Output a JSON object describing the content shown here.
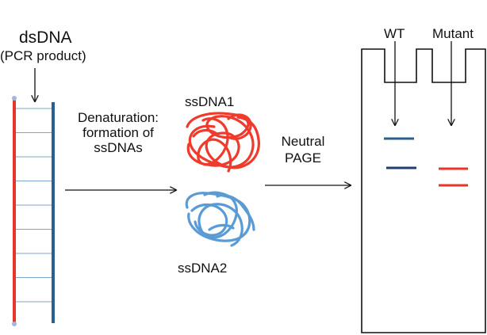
{
  "labels": {
    "dsdna": "dsDNA",
    "pcr_product": "(PCR product)",
    "denaturation": [
      "Denaturation:",
      "formation of",
      "ssDNAs"
    ],
    "ssdna1": "ssDNA1",
    "ssdna2": "ssDNA2",
    "neutral_page": [
      "Neutral",
      "PAGE"
    ],
    "wt": "WT",
    "mutant": "Mutant"
  },
  "colors": {
    "strand_red": "#e8342a",
    "strand_blue": "#2b5f8f",
    "rung": "#7fa6c9",
    "end_dot": "#9fb8e0",
    "ssdna1": "#f03a2c",
    "ssdna2": "#5b9bd5",
    "arrow": "#111111",
    "gel_outline": "#111111"
  }
}
